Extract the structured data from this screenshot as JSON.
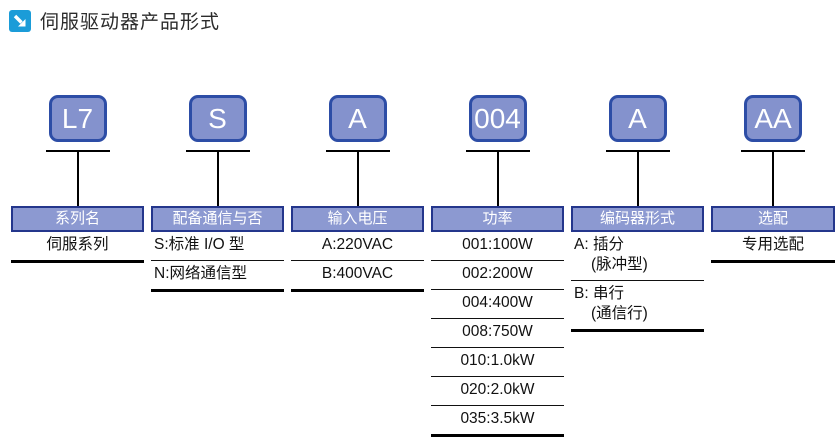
{
  "title": {
    "text": "伺服驱动器产品形式",
    "icon": "arrow-down-right-icon",
    "icon_color": "#1b9cd8"
  },
  "colors": {
    "code_box_fill": "#8492cd",
    "code_box_border": "#2d4da6",
    "label_bar_fill": "#8c99d1",
    "label_bar_border": "#24368c",
    "text": "#111111"
  },
  "columns": [
    {
      "code": "L7",
      "label": "系列名",
      "items": [
        {
          "lines": [
            "伺服系列"
          ]
        }
      ]
    },
    {
      "code": "S",
      "label": "配备通信与否",
      "items": [
        {
          "lines": [
            "S:标准 I/O 型"
          ]
        },
        {
          "lines": [
            "N:网络通信型"
          ]
        }
      ]
    },
    {
      "code": "A",
      "label": "输入电压",
      "items": [
        {
          "lines": [
            "A:220VAC"
          ]
        },
        {
          "lines": [
            "B:400VAC"
          ]
        }
      ]
    },
    {
      "code": "004",
      "label": "功率",
      "items": [
        {
          "lines": [
            "001:100W"
          ]
        },
        {
          "lines": [
            "002:200W"
          ]
        },
        {
          "lines": [
            "004:400W"
          ]
        },
        {
          "lines": [
            "008:750W"
          ]
        },
        {
          "lines": [
            "010:1.0kW"
          ]
        },
        {
          "lines": [
            "020:2.0kW"
          ]
        },
        {
          "lines": [
            "035:3.5kW"
          ]
        }
      ]
    },
    {
      "code": "A",
      "label": "编码器形式",
      "items": [
        {
          "lines": [
            "A: 插分",
            "(脉冲型)"
          ]
        },
        {
          "lines": [
            "B: 串行",
            "(通信行)"
          ]
        }
      ]
    },
    {
      "code": "AA",
      "label": "选配",
      "items": [
        {
          "lines": [
            "专用选配"
          ]
        }
      ]
    }
  ]
}
